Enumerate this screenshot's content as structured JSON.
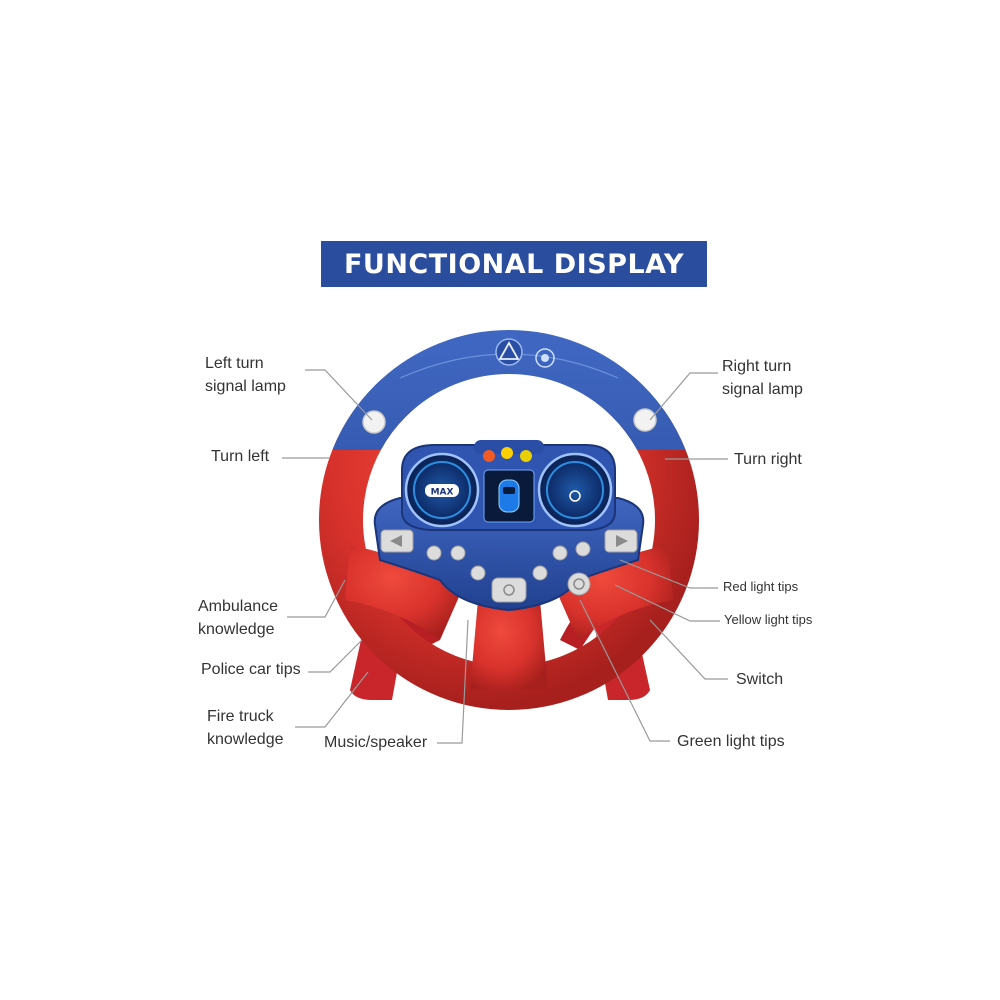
{
  "title": "FUNCTIONAL DISPLAY",
  "colors": {
    "banner": "#2b4d9e",
    "wheel_red": "#d8322c",
    "wheel_blue": "#2c4ea3",
    "leader_line": "#9a9a9a"
  },
  "dashboard": {
    "left_gauge": "MAX"
  },
  "labels": {
    "left_turn_signal_lamp": [
      "Left turn",
      "signal lamp"
    ],
    "turn_left": "Turn left",
    "ambulance_knowledge": [
      "Ambulance",
      "knowledge"
    ],
    "police_car_tips": "Police car tips",
    "fire_truck_knowledge": [
      "Fire truck",
      "knowledge"
    ],
    "music_speaker": "Music/speaker",
    "right_turn_signal_lamp": [
      "Right turn",
      "signal lamp"
    ],
    "turn_right": "Turn right",
    "red_light_tips": "Red light tips",
    "yellow_light_tips": "Yellow light tips",
    "switch": "Switch",
    "green_light_tips": "Green light tips"
  }
}
